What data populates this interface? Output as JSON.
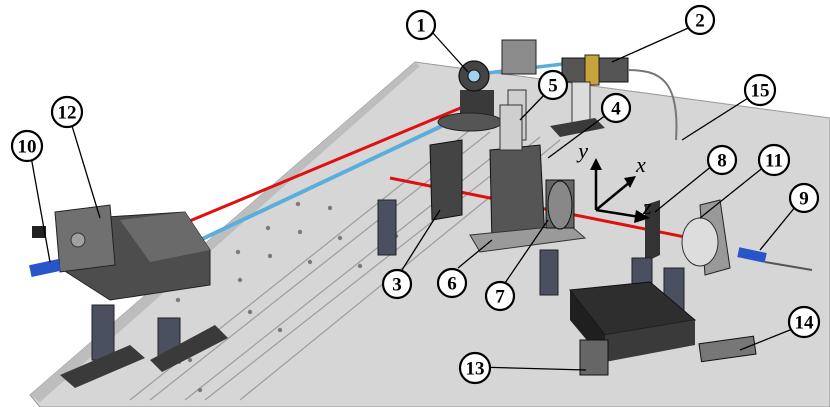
{
  "figure": {
    "callouts": [
      {
        "label": "1"
      },
      {
        "label": "2"
      },
      {
        "label": "3"
      },
      {
        "label": "4"
      },
      {
        "label": "5"
      },
      {
        "label": "6"
      },
      {
        "label": "7"
      },
      {
        "label": "8"
      },
      {
        "label": "9"
      },
      {
        "label": "10"
      },
      {
        "label": "11"
      },
      {
        "label": "12"
      },
      {
        "label": "13"
      },
      {
        "label": "14"
      },
      {
        "label": "15"
      }
    ],
    "axes": {
      "y": "y",
      "x": "x",
      "z": "z"
    },
    "colors": {
      "red_beam": "#e01010",
      "blue_beam": "#5aaedc",
      "table": "#d6d6d6",
      "table_edge": "#8a8a8a",
      "dark_housing": "#5a5a5a",
      "fiber_blue": "#2a55c8"
    }
  }
}
